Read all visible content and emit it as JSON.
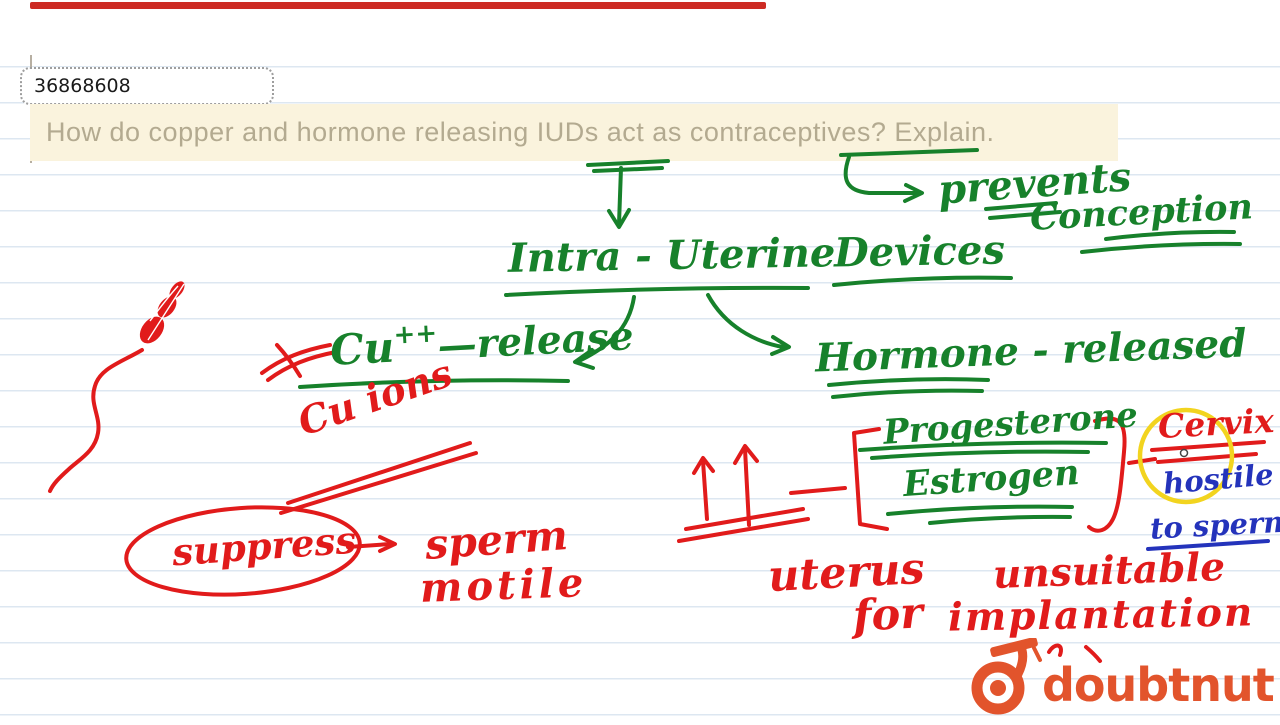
{
  "page": {
    "id_chip": "36868608",
    "question": "How do copper and hormone releasing IUDs act as contraceptives? Explain."
  },
  "notes": {
    "prevents": "prevents",
    "conception": "Conception",
    "intra_uterine": "Intra - Uterine",
    "devices": "Devices",
    "cu": "Cu",
    "cu_charge": "++",
    "cu_release": "—release",
    "hormone_released": "Hormone - released",
    "cu_ions": "Cu ions",
    "suppress": "suppress",
    "sperm": "sperm",
    "motile": "motile",
    "progesterone": "Progesterone",
    "estrogen": "Estrogen",
    "cervix": "Cervix",
    "hostile": "hostile",
    "to_sperm": "to sperm",
    "uterus": "uterus",
    "for_word": "for",
    "unsuitable": "unsuitable",
    "implantation": "implantation"
  },
  "branding": {
    "logo_text": "doubtnut"
  },
  "colors": {
    "green": "#17812b",
    "red": "#e11b1b",
    "blue": "#2433bb",
    "yellow": "#f2d41f",
    "orange": "#e2542c",
    "cream": "#faf3dd",
    "qtext": "#b3aa90",
    "rule": "#dde7f1",
    "margin": "#b7afa2",
    "topbar": "#cd2b24",
    "chipborder": "#9e9e9e"
  }
}
